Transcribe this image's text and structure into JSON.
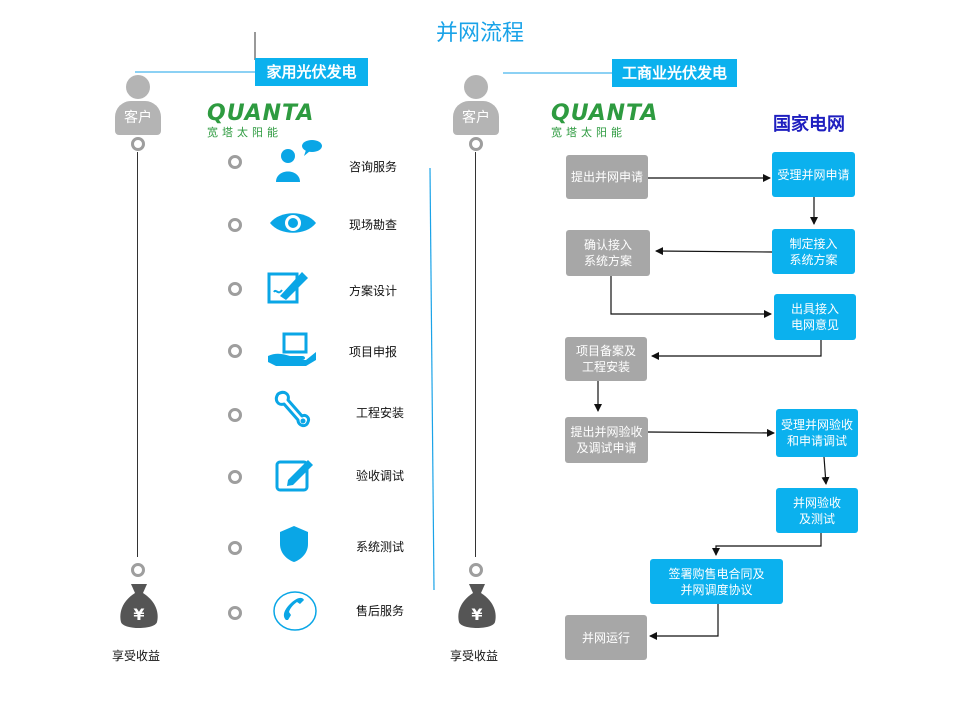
{
  "title": "并网流程",
  "sections": {
    "residential": "家用光伏发电",
    "commercial": "工商业光伏发电"
  },
  "brand": {
    "wordmark": "QUANTA",
    "chinese": "宽塔太阳能"
  },
  "grid_company": "国家电网",
  "customer_label": "客户",
  "benefit_label": "享受收益",
  "residential_steps": [
    {
      "label": "咨询服务",
      "icon": "consult-person-icon"
    },
    {
      "label": "现场勘查",
      "icon": "eye-icon"
    },
    {
      "label": "方案设计",
      "icon": "design-pen-icon"
    },
    {
      "label": "项目申报",
      "icon": "hand-box-icon"
    },
    {
      "label": "工程安装",
      "icon": "wrench-icon"
    },
    {
      "label": "验收调试",
      "icon": "edit-icon"
    },
    {
      "label": "系统测试",
      "icon": "shield-icon"
    },
    {
      "label": "售后服务",
      "icon": "phone-icon"
    }
  ],
  "flow": {
    "n1": "提出并网申请",
    "n2": "受理并网申请",
    "n3": "制定接入系统方案",
    "n4": "确认接入系统方案",
    "n5": "出具接入电网意见",
    "n6": "项目备案及工程安装",
    "n7": "提出并网验收及调试申请",
    "n8": "受理并网验收和申请调试",
    "n9": "并网验收及测试",
    "n10": "签署购售电合同及并网调度协议",
    "n11": "并网运行"
  },
  "colors": {
    "accent": "#0bb1ee",
    "gray_box": "#a7a7a7",
    "brand_green": "#2e9b40",
    "grid_blue": "#1f1fbf"
  }
}
